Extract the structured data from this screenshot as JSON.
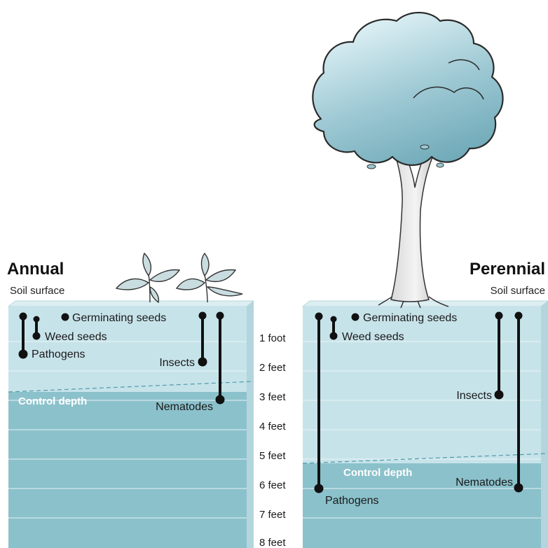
{
  "annual": {
    "title": "Annual",
    "soil_surface": "Soil surface",
    "labels": {
      "germinating": "Germinating seeds",
      "weed": "Weed seeds",
      "pathogens": "Pathogens",
      "insects": "Insects",
      "nematodes": "Nematodes"
    },
    "control_depth": "Control depth",
    "control_depth_feet": 2.75
  },
  "perennial": {
    "title": "Perennial",
    "soil_surface": "Soil surface",
    "labels": {
      "germinating": "Germinating seeds",
      "weed": "Weed seeds",
      "insects": "Insects",
      "nematodes": "Nematodes",
      "pathogens": "Pathogens"
    },
    "control_depth": "Control depth",
    "control_depth_feet": 5.25
  },
  "depth_scale": [
    "1 foot",
    "2 feet",
    "3 feet",
    "4 feet",
    "5 feet",
    "6 feet",
    "7 feet",
    "8 feet"
  ],
  "colors": {
    "soil_upper": "#c7e3ea",
    "soil_lower": "#8bc1cb",
    "soil_side": "#b3d5dd",
    "tree_canopy": "#9cc8d3",
    "marker": "#111111"
  },
  "icons": [
    "annual-plants-icon",
    "tree-icon"
  ]
}
